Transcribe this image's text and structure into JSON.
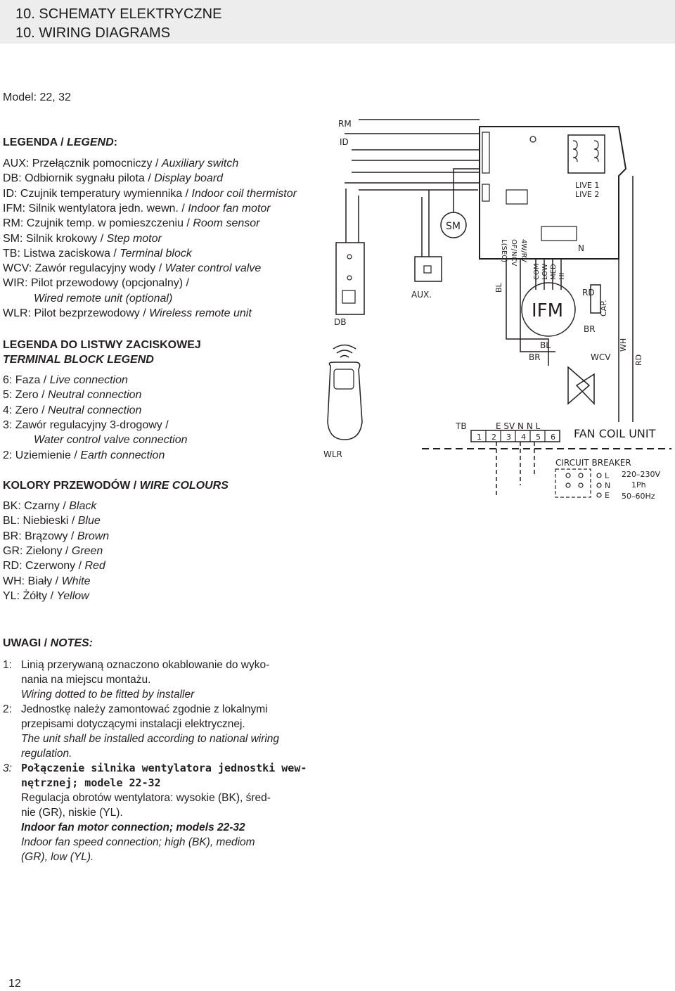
{
  "header": {
    "line1": "10. SCHEMATY ELEKTRYCZNE",
    "line2": "10. WIRING DIAGRAMS"
  },
  "model": "Model: 22, 32",
  "legend": {
    "title": "LEGENDA / ",
    "title_en": "LEGEND",
    "title_suffix": ":",
    "items": [
      {
        "pl": "AUX: Przełącznik pomocniczy / ",
        "en": "Auxiliary switch"
      },
      {
        "pl": "DB: Odbiornik sygnału pilota / ",
        "en": "Display board"
      },
      {
        "pl": "ID: Czujnik temperatury wymiennika / ",
        "en": "Indoor coil thermistor"
      },
      {
        "pl": "IFM: Silnik wentylatora jedn. wewn. / ",
        "en": "Indoor fan motor"
      },
      {
        "pl": "RM: Czujnik temp. w pomieszczeniu / ",
        "en": "Room sensor"
      },
      {
        "pl": "SM: Silnik krokowy / ",
        "en": "Step motor"
      },
      {
        "pl": "TB: Listwa zaciskowa / ",
        "en": "Terminal block"
      },
      {
        "pl": "WCV: Zawór regulacyjny wody / ",
        "en": "Water control valve"
      },
      {
        "pl": "WIR: Pilot przewodowy (opcjonalny) /",
        "en": ""
      },
      {
        "pl": "",
        "en": "Wired remote unit (optional)"
      },
      {
        "pl": "WLR: Pilot bezprzewodowy / ",
        "en": "Wireless remote unit"
      }
    ]
  },
  "terminal_legend": {
    "title_pl": "LEGENDA DO LISTWY ZACISKOWEJ",
    "title_en": "TERMINAL BLOCK LEGEND",
    "items": [
      {
        "pl": "6: Faza / ",
        "en": "Live connection"
      },
      {
        "pl": "5: Zero / ",
        "en": "Neutral connection"
      },
      {
        "pl": "4: Zero / ",
        "en": "Neutral connection"
      },
      {
        "pl": "3: Zawór regulacyjny 3-drogowy /",
        "en": ""
      },
      {
        "pl": "",
        "en": "Water control valve connection"
      },
      {
        "pl": "2: Uziemienie / ",
        "en": "Earth connection"
      }
    ]
  },
  "wire_colours": {
    "title_pl": "KOLORY PRZEWODÓW / ",
    "title_en": "WIRE COLOURS",
    "items": [
      {
        "pl": "BK: Czarny / ",
        "en": "Black"
      },
      {
        "pl": "BL: Niebieski / ",
        "en": "Blue"
      },
      {
        "pl": "BR: Brązowy / ",
        "en": "Brown"
      },
      {
        "pl": "GR: Zielony / ",
        "en": "Green"
      },
      {
        "pl": "RD: Czerwony / ",
        "en": "Red"
      },
      {
        "pl": "WH: Biały / ",
        "en": "White"
      },
      {
        "pl": "YL: Żółty / ",
        "en": "Yellow"
      }
    ]
  },
  "notes": {
    "title_pl": "UWAGI / ",
    "title_en": "NOTES:",
    "n1": "1:",
    "n2": "2:",
    "n3": "3:",
    "note1_l1": "Linią przerywaną oznaczono okablowanie do wyko-",
    "note1_l2": "nania na miejscu montażu.",
    "note1_l3": "Wiring dotted to be fitted by installer",
    "note2_l1": "Jednostkę należy zamontować zgodnie z lokalnymi",
    "note2_l2": "przepisami dotyczącymi instalacji elektrycznej.",
    "note2_l3": "The unit shall be installed according to national wiring",
    "note2_l4": "regulation.",
    "note3_l1": "Połączenie silnika wentylatora jednostki wew-",
    "note3_l2": "nętrznej; modele 22-32",
    "note3_l3": "Regulacja obrotów wentylatora: wysokie (BK), śred-",
    "note3_l4": "nie (GR), niskie (YL).",
    "note3_l5": "Indoor fan motor connection; models 22-32",
    "note3_l6": "Indoor fan speed connection; high (BK), mediom",
    "note3_l7": "(GR), low (YL)."
  },
  "diagram": {
    "rm": "RM",
    "id": "ID",
    "db": "DB",
    "aux": "AUX.",
    "sm": "SM",
    "wlr": "WLR",
    "live1": "LIVE 1",
    "live2": "LIVE 2",
    "n": "N",
    "com": "COM",
    "low": "LOW",
    "med": "MED",
    "hi": "HI",
    "rd": "RD",
    "cap": "CAP.",
    "br": "BR",
    "bl": "BL",
    "ifm": "IFM",
    "wcv": "WCV",
    "wh": "WH",
    "tb": "TB",
    "tb_top": "E SV N  N  L",
    "tb_nums": [
      "1",
      "2",
      "3",
      "4",
      "5",
      "6"
    ],
    "fan_coil_unit": "FAN COIL UNIT",
    "circuit_breaker": "CIRCUIT BREAKER",
    "cb_l": "L",
    "cb_n": "N",
    "cb_e": "E",
    "voltage": "220–230V",
    "phase": "1Ph",
    "freq": "50–60Hz",
    "lsec": "L(SEC)",
    "of_ncv": "OF/NCV",
    "4w_rv": "4W/RV"
  },
  "page_number": "12"
}
